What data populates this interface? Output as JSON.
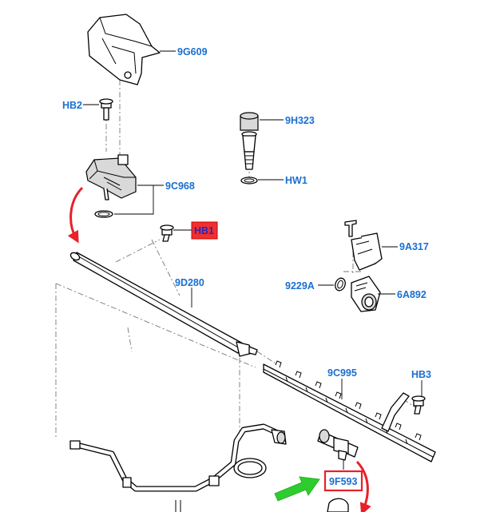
{
  "labels": {
    "l_9g609": "9G609",
    "l_hb2": "HB2",
    "l_9h323": "9H323",
    "l_hw1": "HW1",
    "l_9c968": "9C968",
    "l_hb1": "HB1",
    "l_9a317": "9A317",
    "l_9d280": "9D280",
    "l_9229a": "9229A",
    "l_6a892": "6A892",
    "l_9c995": "9C995",
    "l_hb3": "HB3",
    "l_9f593": "9F593"
  },
  "colors": {
    "label_text": "#1a6fd1",
    "highlight_box": "#e8202a",
    "callout_arrow": "#e8202a",
    "pointer_arrow": "#2ecc2e"
  }
}
